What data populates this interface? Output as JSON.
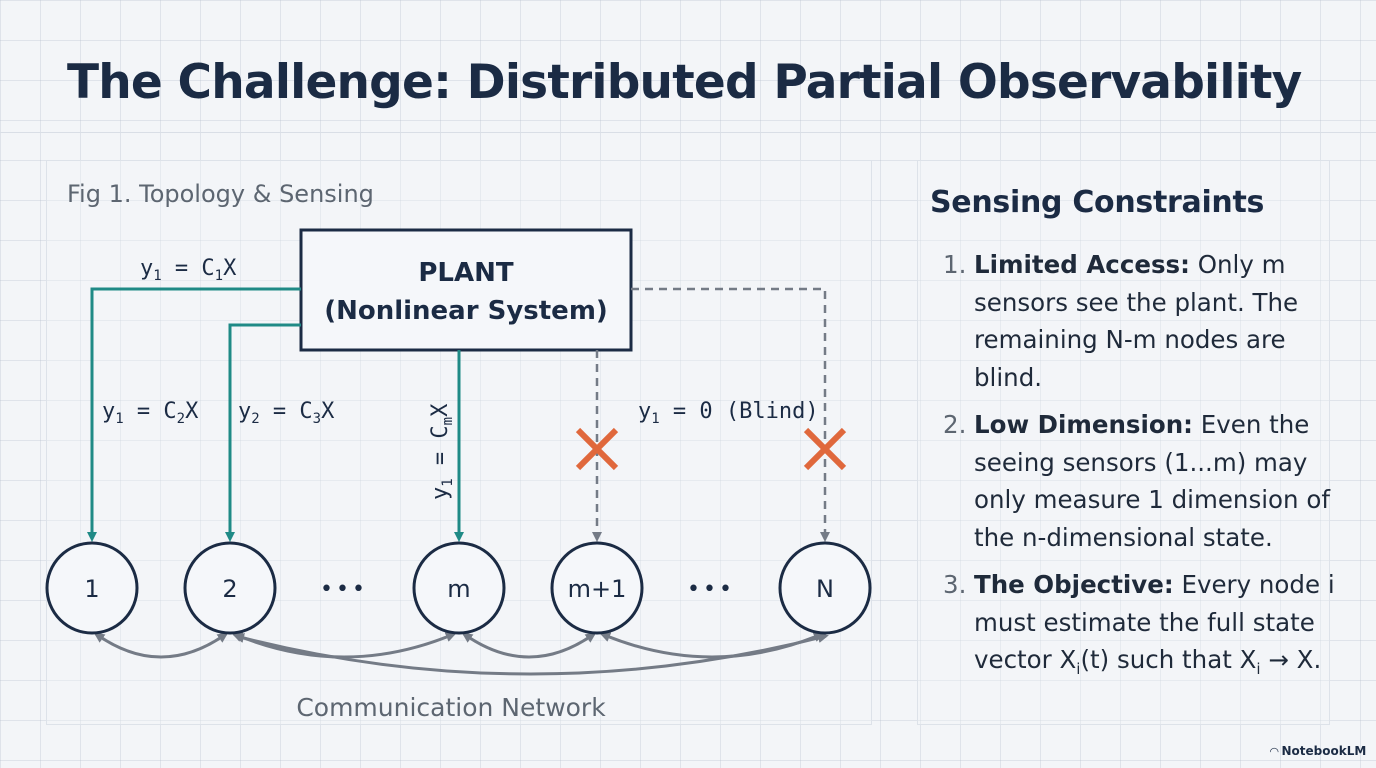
{
  "title": "The Challenge: Distributed Partial Observability",
  "figure": {
    "caption": "Fig 1. Topology & Sensing",
    "plant": {
      "line1": "PLANT",
      "line2": "(Nonlinear System)"
    },
    "nodes": [
      "1",
      "2",
      "m",
      "m+1",
      "N"
    ],
    "ellipsis": "•••",
    "sensing_labels": {
      "top_y": "y",
      "top_sub": "1",
      "top_eq": " = C",
      "top_csub": "1",
      "top_tail": "X",
      "n1_y": "y",
      "n1_sub": "1",
      "n1_eq": " = C",
      "n1_csub": "2",
      "n1_tail": "X",
      "n2_y": "y",
      "n2_sub": "2",
      "n2_eq": " = C",
      "n2_csub": "3",
      "n2_tail": "X",
      "nm_y": "y",
      "nm_sub": "1",
      "nm_eq": " = C",
      "nm_csub": "m",
      "nm_tail": "X",
      "blind_y": "y",
      "blind_sub": "1",
      "blind_eq": " = 0 (Blind)"
    },
    "network_label": "Communication Network",
    "colors": {
      "sensing": "#1f8a86",
      "blind": "#747b86",
      "blocked": "#e0683c",
      "node_stroke": "#1b2b44",
      "comm": "#747b86"
    }
  },
  "constraints": {
    "title": "Sensing Constraints",
    "items": [
      {
        "num": "1.",
        "head": "Limited Access:",
        "l1": " Only m",
        "l2": "sensors see the plant. The",
        "l3": "remaining N-m nodes are",
        "l4": "blind."
      },
      {
        "num": "2.",
        "head": "Low Dimension:",
        "l1": " Even the",
        "l2": "seeing sensors (1...m) may",
        "l3": "only measure 1 dimension of",
        "l4": "the n-dimensional state."
      },
      {
        "num": "3.",
        "head": "The Objective:",
        "l1": " Every node i",
        "l2": "must estimate the full state",
        "l3a": "vector X",
        "l3sub": "i",
        "l3b": "(t) such that X",
        "l3sub2": "i",
        "l3c": " → X."
      }
    ]
  },
  "brand": {
    "icon": "notebooklm-icon",
    "label": "NotebookLM"
  }
}
